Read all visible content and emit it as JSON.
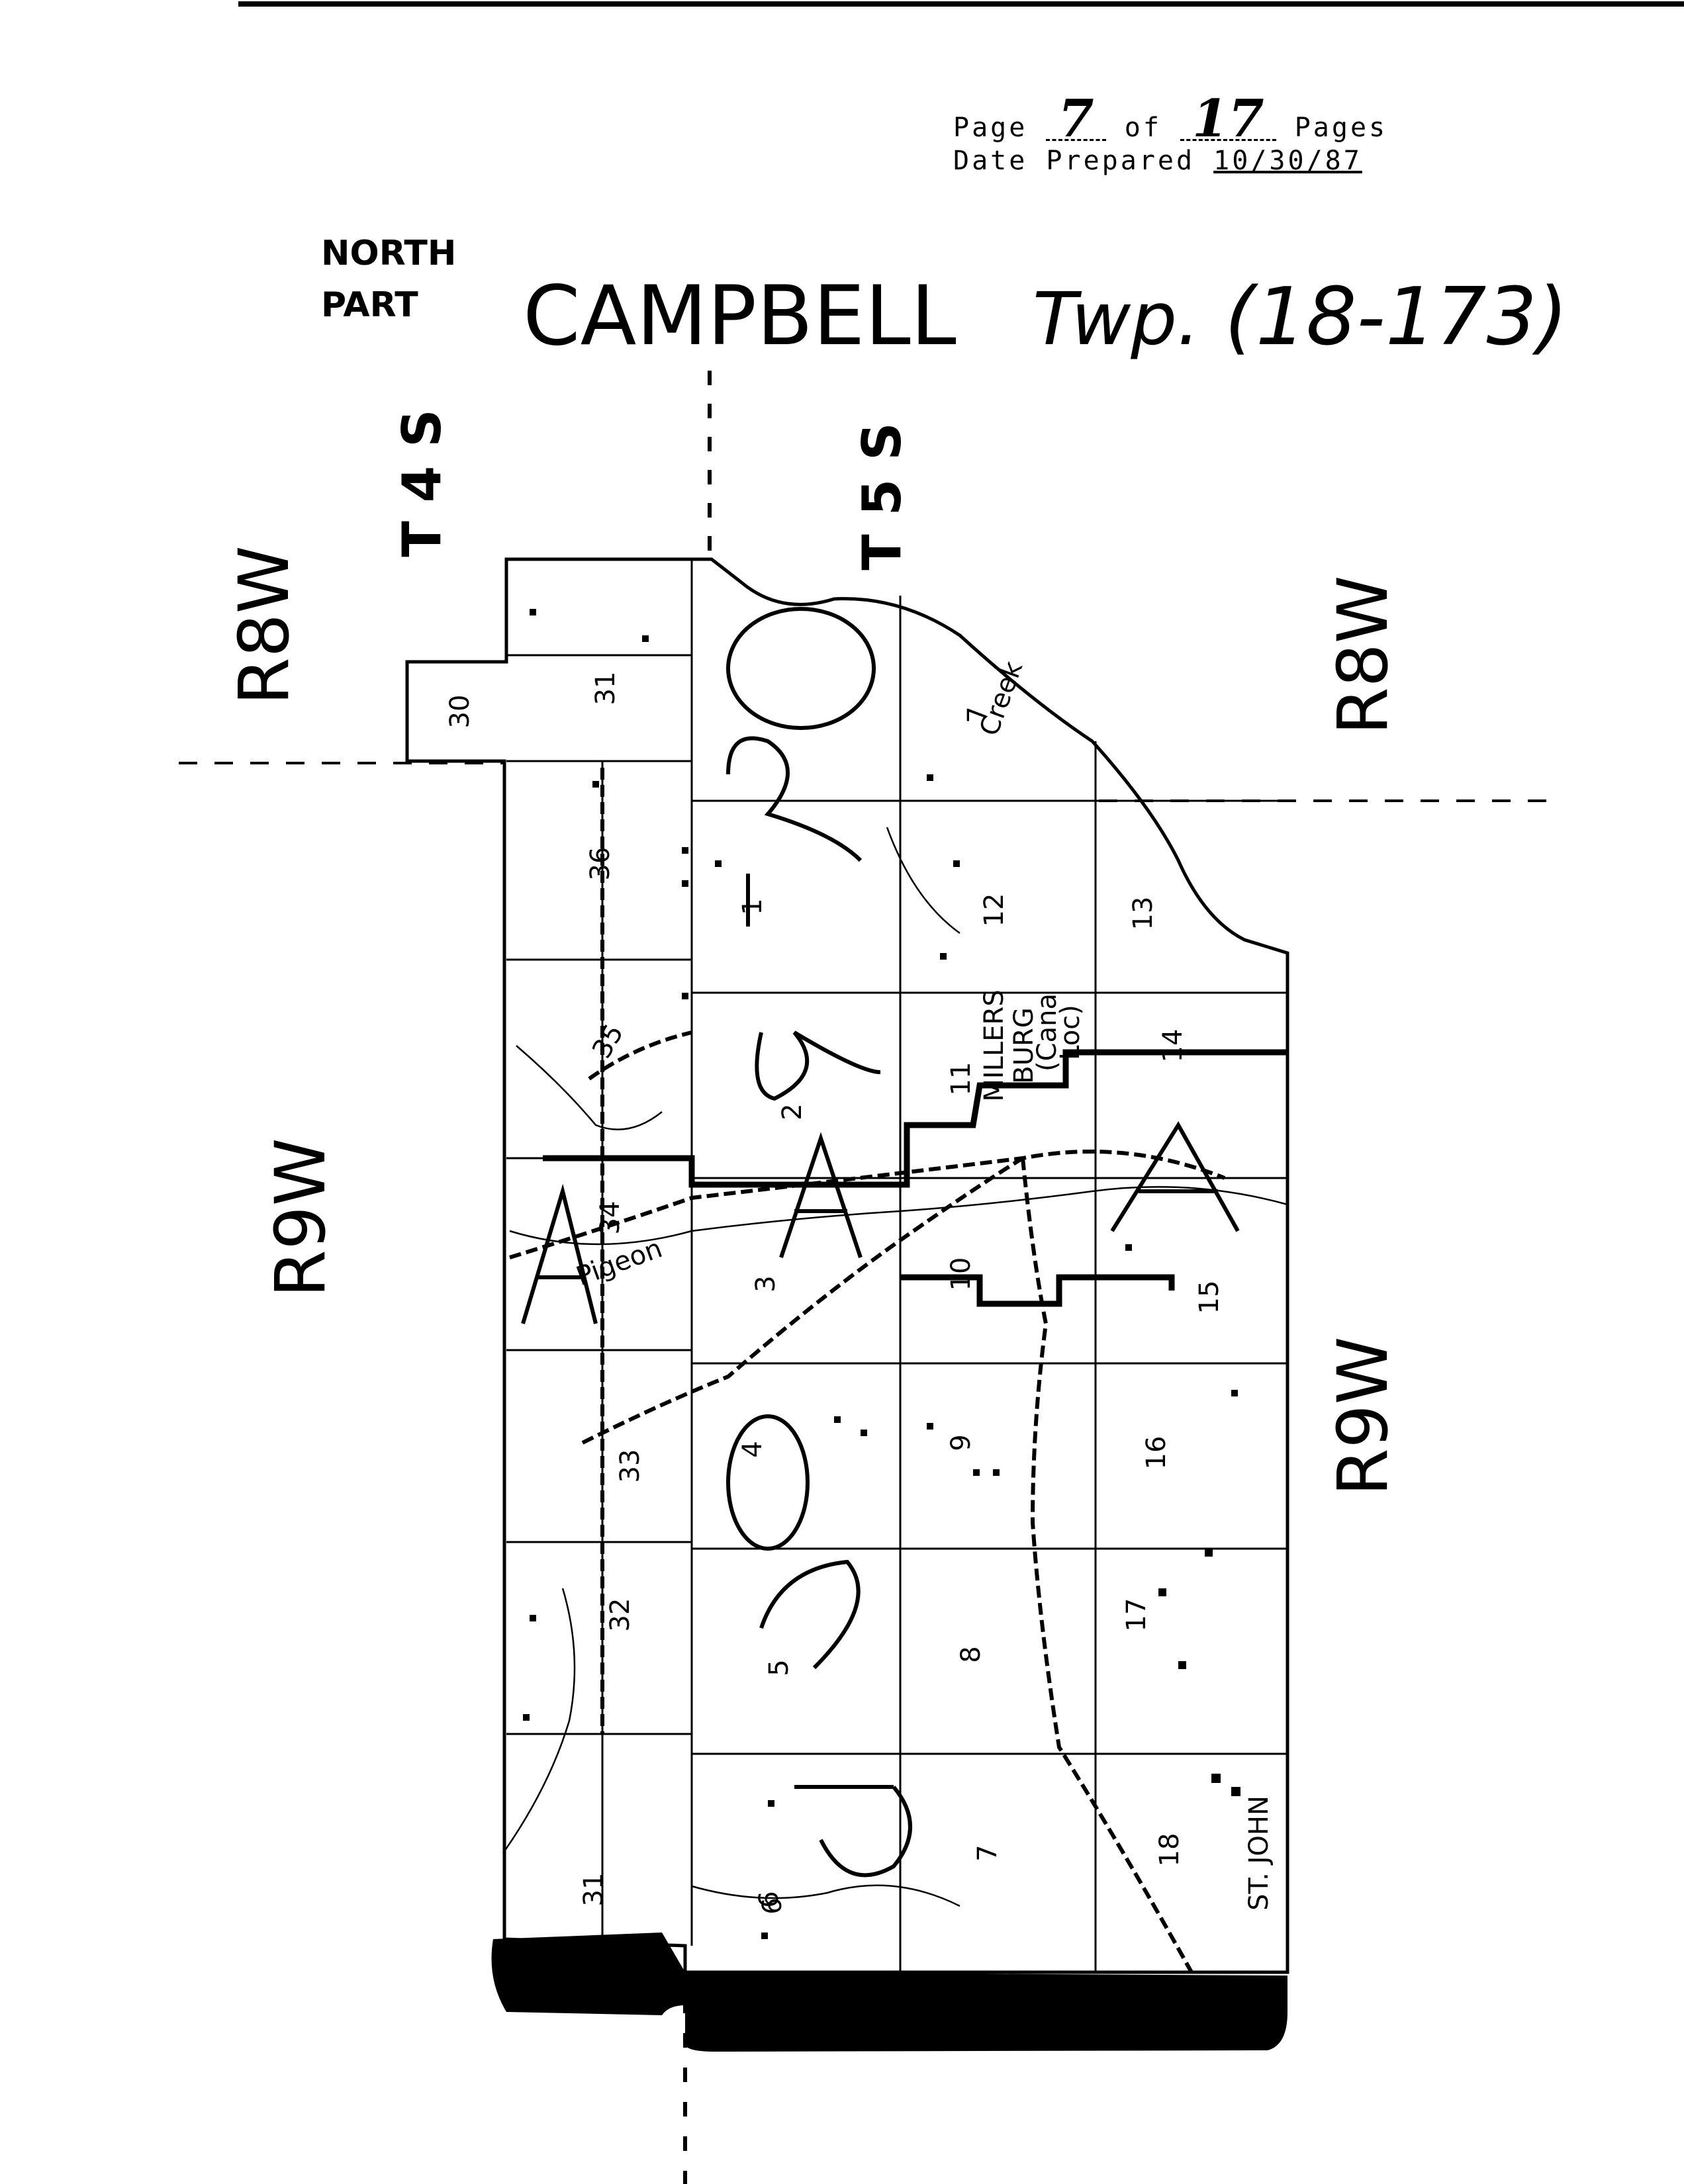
{
  "header": {
    "page_label": "Page",
    "page_number": "7",
    "of_label": "of",
    "page_total": "17",
    "pages_label": "Pages",
    "date_label": "Date Prepared",
    "date_value": "10/30/87"
  },
  "title": {
    "north": "NORTH",
    "part": "PART",
    "main": "CAMPBELL",
    "twp": "Twp.",
    "code": "(18-173)"
  },
  "labels": {
    "township_left": "T 4 S",
    "township_right": "T 5 S",
    "range_top_left": "R8W",
    "range_top_right": "R8W",
    "range_bottom_left": "R9W",
    "range_bottom_right": "R9W"
  },
  "places": {
    "millersburg": [
      "MILLERS",
      "BURG",
      "(Cana",
      "Loc)"
    ],
    "st_john": "ST. JOHN",
    "creek": "Creek",
    "pigeon": "Pigeon"
  },
  "sections": [
    "30",
    "31",
    "36",
    "35",
    "34",
    "33",
    "32",
    "31",
    "6",
    "7",
    "1",
    "2",
    "3",
    "4",
    "5",
    "6",
    "12",
    "11",
    "10",
    "9",
    "8",
    "7",
    "13",
    "14",
    "15",
    "16",
    "17",
    "18"
  ],
  "markup": {
    "route_1": "1-R-9",
    "route_2": "1-R-9",
    "route_3": "A-A-A"
  },
  "colors": {
    "ink": "#000000",
    "paper": "#ffffff"
  }
}
